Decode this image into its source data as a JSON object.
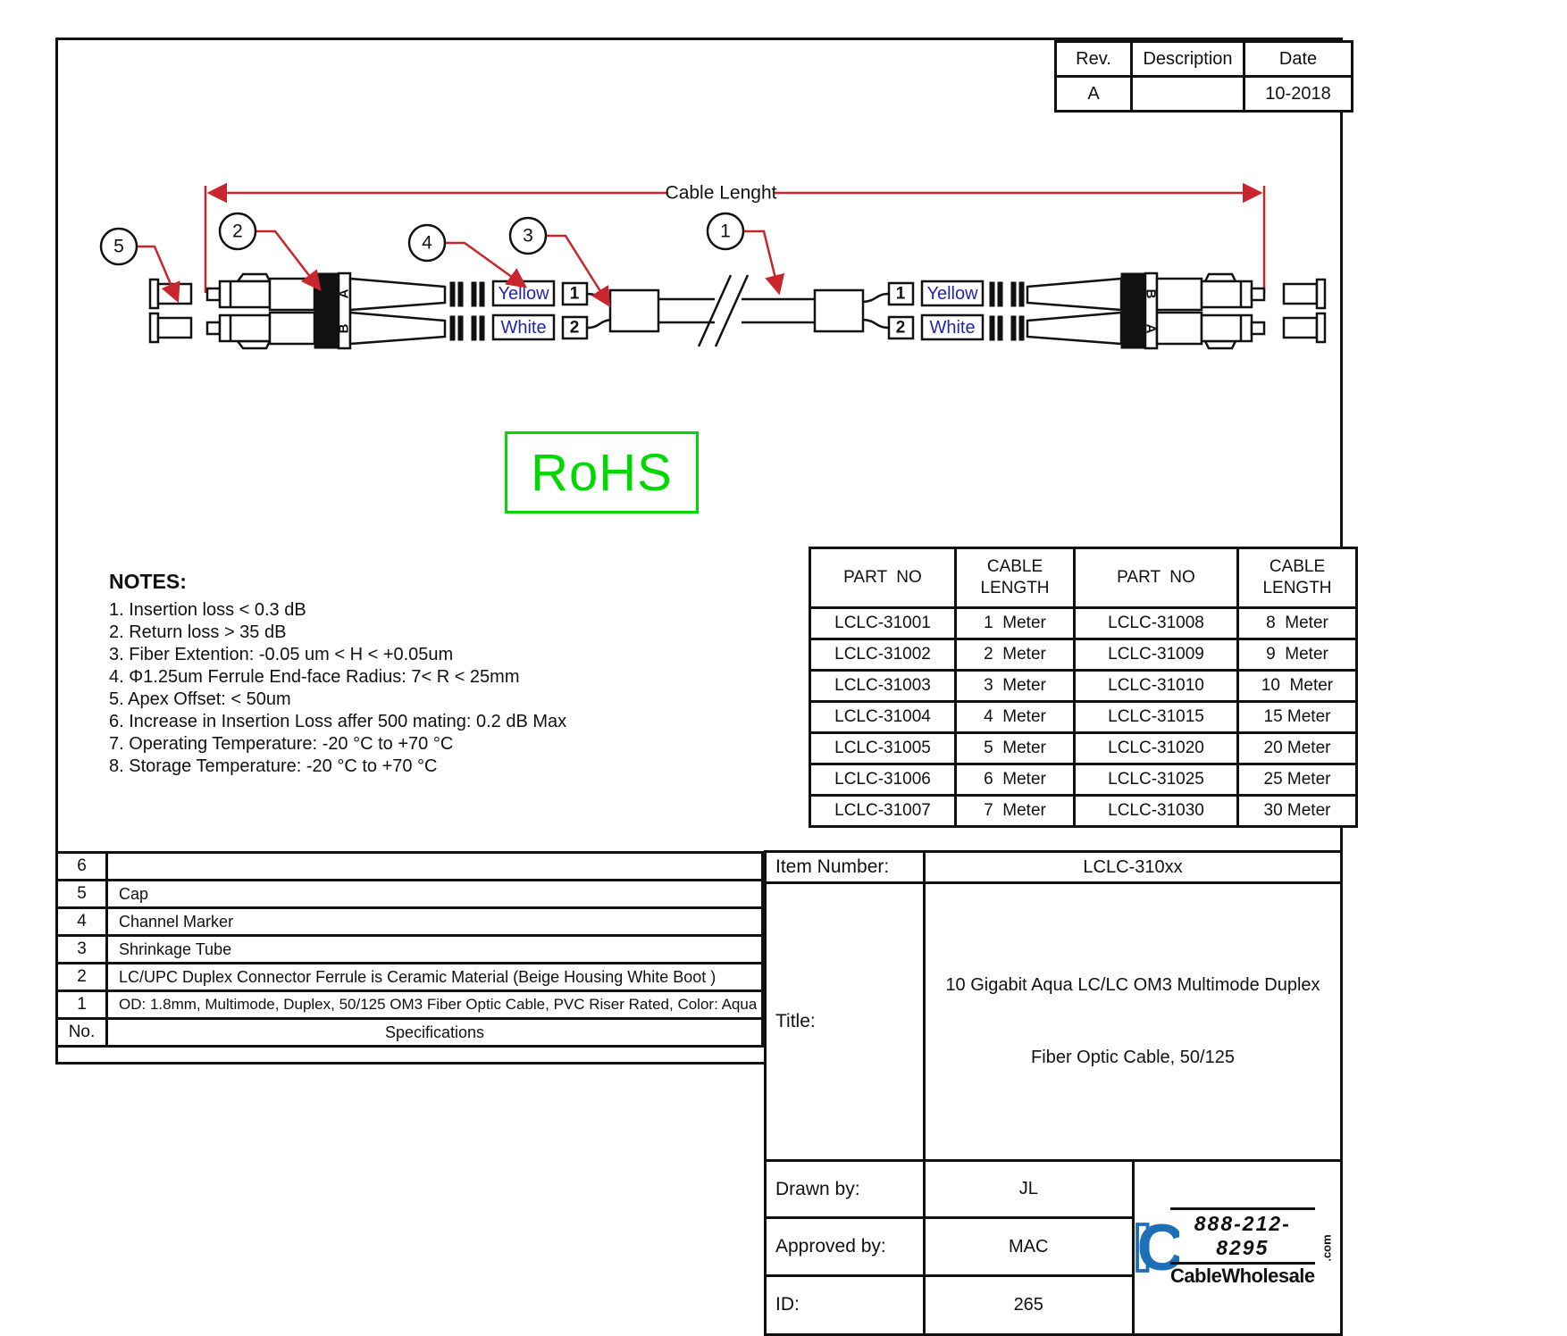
{
  "rev_table": {
    "headers": [
      "Rev.",
      "Description",
      "Date"
    ],
    "rows": [
      [
        "A",
        "",
        "10-2018"
      ]
    ]
  },
  "drawing": {
    "dimension_label": "Cable Lenght",
    "callouts": [
      "1",
      "2",
      "3",
      "4",
      "5"
    ],
    "channel_labels": {
      "yellow": "Yellow",
      "white": "White",
      "one": "1",
      "two": "2"
    },
    "polarity_letters": {
      "left_top": "A",
      "left_bottom": "B",
      "right_top": "B",
      "right_bottom": "A"
    }
  },
  "rohs_label": "RoHS",
  "notes": {
    "heading": "NOTES:",
    "items": [
      "1. Insertion loss < 0.3 dB",
      "2. Return loss > 35 dB",
      "3. Fiber Extention: -0.05 um < H < +0.05um",
      "4. Φ1.25um Ferrule End-face Radius: 7< R < 25mm",
      "5. Apex Offset: < 50um",
      "6. Increase in Insertion Loss affer 500 mating: 0.2 dB Max",
      "7. Operating Temperature: -20 °C to +70 °C",
      "8. Storage Temperature: -20 °C to +70 °C"
    ]
  },
  "parts_table": {
    "headers": [
      "PART  NO",
      "CABLE\nLENGTH",
      "PART  NO",
      "CABLE\nLENGTH"
    ],
    "rows": [
      [
        "LCLC-31001",
        "1  Meter",
        "LCLC-31008",
        "8  Meter"
      ],
      [
        "LCLC-31002",
        "2  Meter",
        "LCLC-31009",
        "9  Meter"
      ],
      [
        "LCLC-31003",
        "3  Meter",
        "LCLC-31010",
        "10  Meter"
      ],
      [
        "LCLC-31004",
        "4  Meter",
        "LCLC-31015",
        "15 Meter"
      ],
      [
        "LCLC-31005",
        "5  Meter",
        "LCLC-31020",
        "20 Meter"
      ],
      [
        "LCLC-31006",
        "6  Meter",
        "LCLC-31025",
        "25 Meter"
      ],
      [
        "LCLC-31007",
        "7  Meter",
        "LCLC-31030",
        "30 Meter"
      ]
    ]
  },
  "specs_table": {
    "rows": [
      {
        "no": "6",
        "desc": ""
      },
      {
        "no": "5",
        "desc": "Cap"
      },
      {
        "no": "4",
        "desc": "Channel Marker"
      },
      {
        "no": "3",
        "desc": "Shrinkage Tube"
      },
      {
        "no": "2",
        "desc": "LC/UPC Duplex Connector Ferrule is Ceramic Material (Beige Housing White Boot )"
      },
      {
        "no": "1",
        "desc": "OD: 1.8mm, Multimode, Duplex, 50/125 OM3 Fiber Optic Cable, PVC Riser Rated, Color: Aqua"
      },
      {
        "no": "No.",
        "desc": "Specifications"
      }
    ]
  },
  "title_block": {
    "item_label": "Item Number:",
    "item_value": "LCLC-310xx",
    "title_label": "Title:",
    "title_line1": "10 Gigabit Aqua LC/LC OM3 Multimode Duplex",
    "title_line2": "Fiber Optic Cable, 50/125",
    "drawn_label": "Drawn by:",
    "drawn_value": "JL",
    "approved_label": "Approved by:",
    "approved_value": "MAC",
    "id_label": "ID:",
    "id_value": "265"
  },
  "logo": {
    "phone": "888-212-8295",
    "wordmark": "CableWholesale",
    "tld": ".com"
  },
  "colors": {
    "line_black": "#111111",
    "leader_red": "#c9252c",
    "channel_blue": "#2326a9",
    "rohs_green": "#00d800",
    "logo_blue": "#1d70b7"
  }
}
